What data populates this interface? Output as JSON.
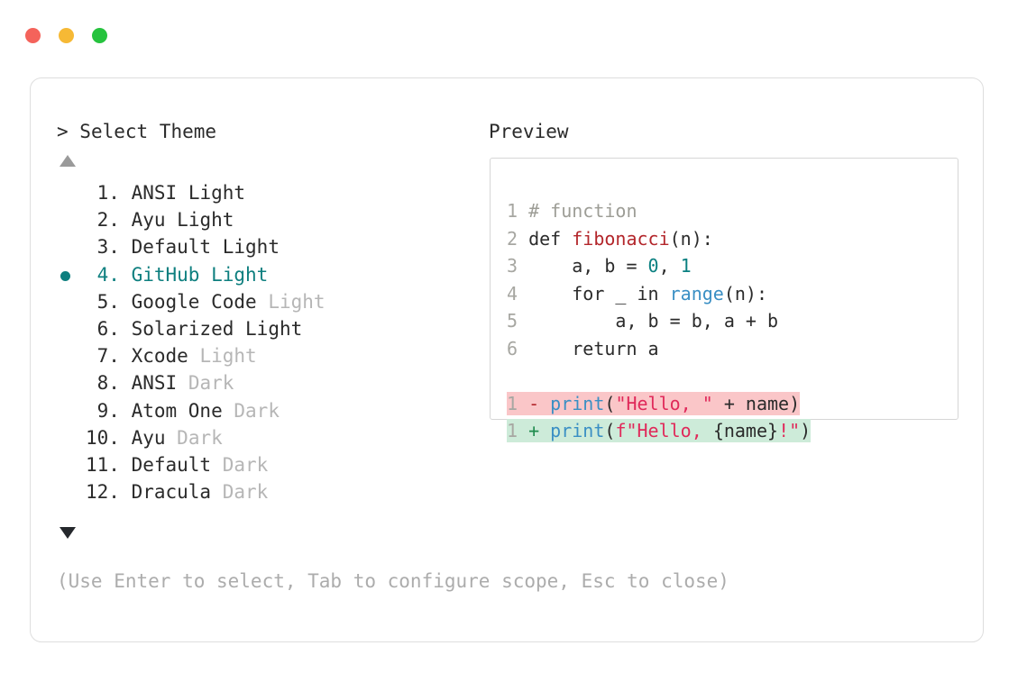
{
  "window": {
    "dots": [
      {
        "name": "close",
        "color": "#F4635B"
      },
      {
        "name": "minimize",
        "color": "#F6B935"
      },
      {
        "name": "maximize",
        "color": "#26C33E"
      }
    ]
  },
  "prompt": {
    "caret": "> ",
    "label": "Select Theme"
  },
  "scroll": {
    "up_arrow": "▲",
    "up_state": "disabled",
    "down_arrow": "▼",
    "down_state": "active"
  },
  "theme_list": {
    "selected_index": 4,
    "selected_color": "#0E7F7F",
    "muted_color": "#B6B6B6",
    "items": [
      {
        "num": "1.",
        "name": "ANSI",
        "variant": "Light",
        "variant_muted": false,
        "selected": false
      },
      {
        "num": "2.",
        "name": "Ayu",
        "variant": "Light",
        "variant_muted": false,
        "selected": false
      },
      {
        "num": "3.",
        "name": "Default",
        "variant": "Light",
        "variant_muted": false,
        "selected": false
      },
      {
        "num": "4.",
        "name": "GitHub",
        "variant": "Light",
        "variant_muted": false,
        "selected": true
      },
      {
        "num": "5.",
        "name": "Google Code",
        "variant": "Light",
        "variant_muted": true,
        "selected": false
      },
      {
        "num": "6.",
        "name": "Solarized",
        "variant": "Light",
        "variant_muted": false,
        "selected": false
      },
      {
        "num": "7.",
        "name": "Xcode",
        "variant": "Light",
        "variant_muted": true,
        "selected": false
      },
      {
        "num": "8.",
        "name": "ANSI",
        "variant": "Dark",
        "variant_muted": true,
        "selected": false
      },
      {
        "num": "9.",
        "name": "Atom One",
        "variant": "Dark",
        "variant_muted": true,
        "selected": false
      },
      {
        "num": "10.",
        "name": "Ayu",
        "variant": "Dark",
        "variant_muted": true,
        "selected": false
      },
      {
        "num": "11.",
        "name": "Default",
        "variant": "Dark",
        "variant_muted": true,
        "selected": false
      },
      {
        "num": "12.",
        "name": "Dracula",
        "variant": "Dark",
        "variant_muted": true,
        "selected": false
      }
    ]
  },
  "footer": {
    "hint": "(Use Enter to select, Tab to configure scope, Esc to close)"
  },
  "preview": {
    "title": "Preview",
    "code_lines": [
      {
        "number": "1",
        "tokens": [
          {
            "text": "# function",
            "type": "comment"
          }
        ]
      },
      {
        "number": "2",
        "tokens": [
          {
            "text": "def ",
            "type": "plain"
          },
          {
            "text": "fibonacci",
            "type": "func"
          },
          {
            "text": "(n):",
            "type": "punct"
          }
        ]
      },
      {
        "number": "3",
        "tokens": [
          {
            "text": "    a, b = ",
            "type": "plain"
          },
          {
            "text": "0",
            "type": "num"
          },
          {
            "text": ", ",
            "type": "plain"
          },
          {
            "text": "1",
            "type": "num"
          }
        ]
      },
      {
        "number": "4",
        "tokens": [
          {
            "text": "    for _ in ",
            "type": "plain"
          },
          {
            "text": "range",
            "type": "builtin"
          },
          {
            "text": "(n):",
            "type": "punct"
          }
        ]
      },
      {
        "number": "5",
        "tokens": [
          {
            "text": "        a, b = b, a + b",
            "type": "plain"
          }
        ]
      },
      {
        "number": "6",
        "tokens": [
          {
            "text": "    return a",
            "type": "plain"
          }
        ]
      }
    ],
    "diff_lines": [
      {
        "number": "1",
        "kind": "delete",
        "sign": "-",
        "background": "#FAC6C8",
        "tokens": [
          {
            "text": "print",
            "type": "builtin"
          },
          {
            "text": "(",
            "type": "punct"
          },
          {
            "text": "\"Hello, \"",
            "type": "string"
          },
          {
            "text": " + name)",
            "type": "plain"
          }
        ]
      },
      {
        "number": "1",
        "kind": "add",
        "sign": "+",
        "background": "#CDEBD9",
        "tokens": [
          {
            "text": "print",
            "type": "builtin"
          },
          {
            "text": "(",
            "type": "punct"
          },
          {
            "text": "f\"Hello, ",
            "type": "string"
          },
          {
            "text": "{name}",
            "type": "plain"
          },
          {
            "text": "!\"",
            "type": "string"
          },
          {
            "text": ")",
            "type": "punct"
          }
        ]
      }
    ]
  }
}
